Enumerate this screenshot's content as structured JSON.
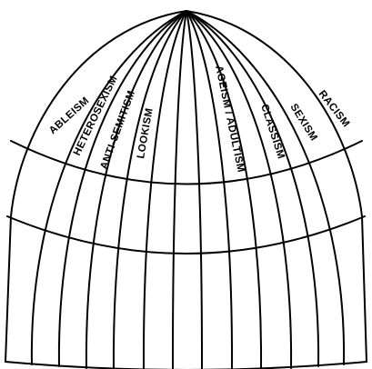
{
  "diagram": {
    "type": "dome",
    "labels": [
      "ABLEISM",
      "HETEROSEXISM",
      "ANTI-SEMITISM",
      "LOOKISM",
      "AGEISM / ADULTISM",
      "CLASSISM",
      "SEXISM",
      "RACISM"
    ],
    "colors": {
      "line": "#000000",
      "background": "#ffffff"
    }
  }
}
